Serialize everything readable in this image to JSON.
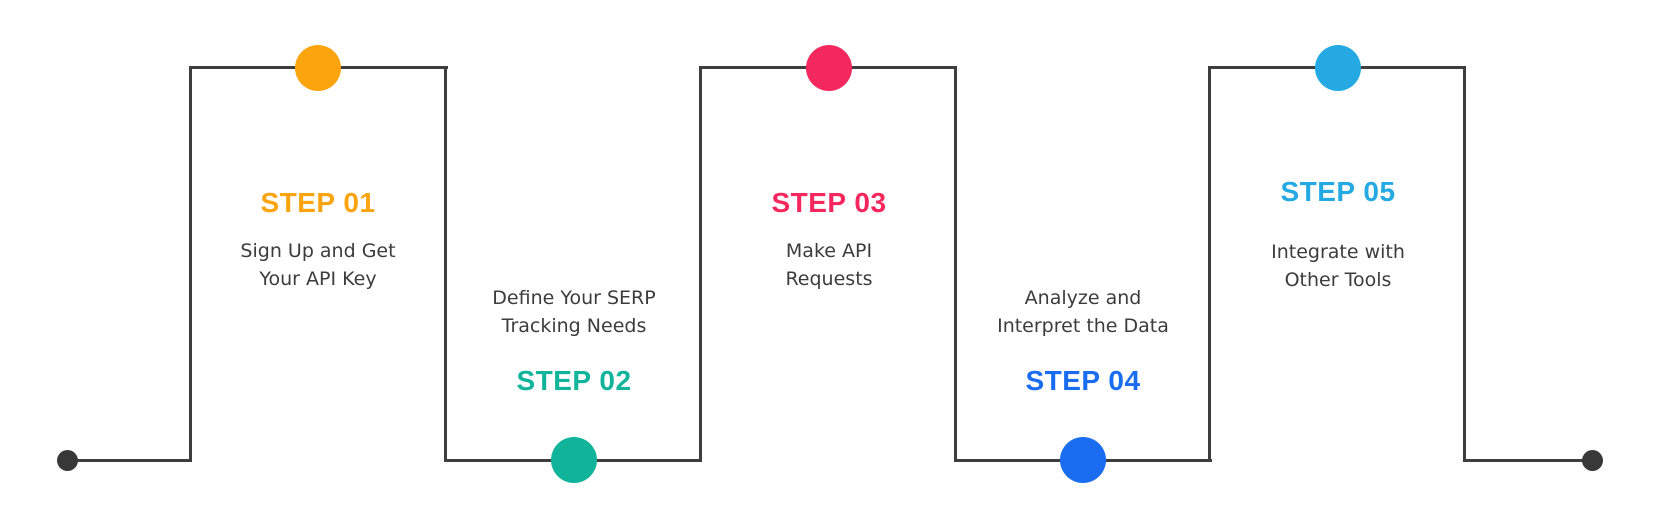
{
  "diagram": {
    "steps": [
      {
        "label": "STEP 01",
        "description": [
          "Sign Up and Get",
          "Your API Key"
        ],
        "color": "#FCA40E",
        "marker_position": "top"
      },
      {
        "label": "STEP 02",
        "description": [
          "Define Your SERP",
          "Tracking Needs"
        ],
        "color": "#10B49B",
        "marker_position": "bottom"
      },
      {
        "label": "STEP 03",
        "description": [
          "Make API",
          "Requests"
        ],
        "color": "#F4275F",
        "marker_position": "top"
      },
      {
        "label": "STEP 04",
        "description": [
          "Analyze and",
          "Interpret the Data"
        ],
        "color": "#1A6CF0",
        "marker_position": "bottom"
      },
      {
        "label": "STEP 05",
        "description": [
          "Integrate with",
          "Other Tools"
        ],
        "color": "#24A9E3",
        "marker_position": "top"
      }
    ],
    "connector": {
      "line_color": "#3E3E3E",
      "endpoint_dot_color": "#383838"
    },
    "text_color": "#3C3C3C",
    "background_color": "#FFFFFF"
  }
}
